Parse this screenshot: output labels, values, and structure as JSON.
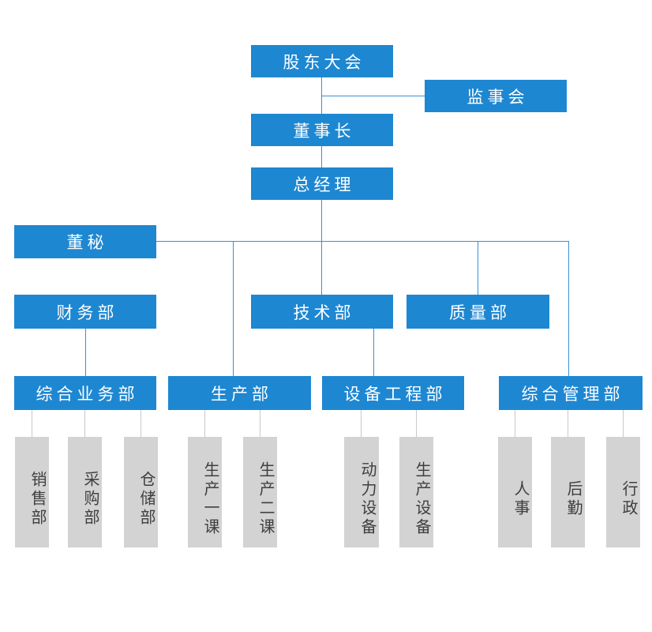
{
  "chart": {
    "title": "",
    "type": "org-chart",
    "nodes": {
      "shareholders_meeting": "股东大会",
      "supervisory_board": "监事会",
      "chairman": "董事长",
      "general_manager": "总经理",
      "board_secretary": "董秘",
      "finance_dept": "财务部",
      "technology_dept": "技术部",
      "quality_dept": "质量部",
      "general_business_dept": "综合业务部",
      "production_dept": "生产部",
      "equipment_engineering_dept": "设备工程部",
      "general_management_dept": "综合管理部",
      "sales_dept": "销售部",
      "purchasing_dept": "采购部",
      "warehouse_dept": "仓储部",
      "production_section_1": "生产一课",
      "production_section_2": "生产二课",
      "power_equipment": "动力设备",
      "production_equipment": "生产设备",
      "hr": "人事",
      "logistics": "后勤",
      "administration": "行政"
    },
    "edges": [
      {
        "from": "股东大会",
        "to": "董事长"
      },
      {
        "from": "股东大会",
        "to": "监事会"
      },
      {
        "from": "董事长",
        "to": "总经理"
      },
      {
        "from": "总经理",
        "to": "董秘"
      },
      {
        "from": "总经理",
        "to": "生产部"
      },
      {
        "from": "总经理",
        "to": "技术部"
      },
      {
        "from": "总经理",
        "to": "质量部"
      },
      {
        "from": "总经理",
        "to": "综合管理部"
      },
      {
        "from": "财务部",
        "to": "综合业务部"
      },
      {
        "from": "技术部",
        "to": "设备工程部"
      },
      {
        "from": "综合业务部",
        "to": "销售部"
      },
      {
        "from": "综合业务部",
        "to": "采购部"
      },
      {
        "from": "综合业务部",
        "to": "仓储部"
      },
      {
        "from": "生产部",
        "to": "生产一课"
      },
      {
        "from": "生产部",
        "to": "生产二课"
      },
      {
        "from": "设备工程部",
        "to": "动力设备"
      },
      {
        "from": "设备工程部",
        "to": "生产设备"
      },
      {
        "from": "综合管理部",
        "to": "人事"
      },
      {
        "from": "综合管理部",
        "to": "后勤"
      },
      {
        "from": "综合管理部",
        "to": "行政"
      }
    ],
    "colors": {
      "node_fill": "#1e87d2",
      "node_text": "#ffffff",
      "connector": "#3590d8",
      "sub_node_fill": "#d3d3d3",
      "sub_node_text": "#3f3f3f",
      "sub_connector": "#c9c9c9",
      "background": "#ffffff"
    }
  }
}
